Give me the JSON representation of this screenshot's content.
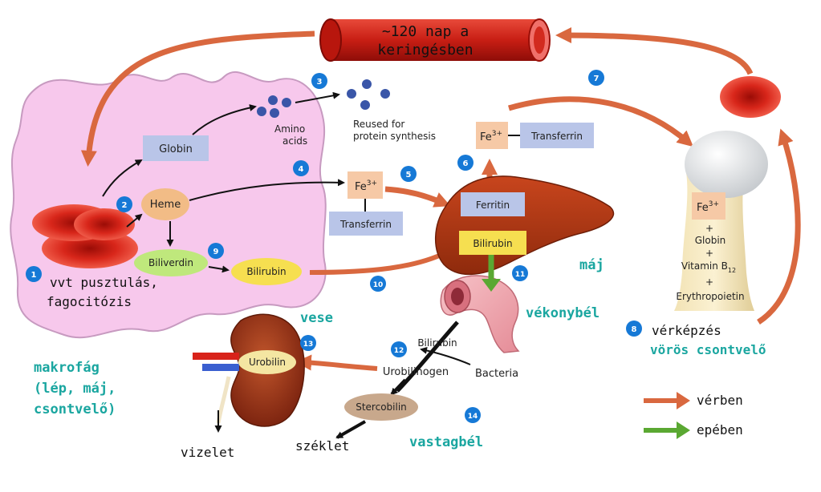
{
  "vessel": {
    "text_line1": "~120 nap a",
    "text_line2": "keringésben"
  },
  "macrophage": {
    "globin": "Globin",
    "amino_line1": "Amino",
    "amino_line2": "acids",
    "reused_line1": "Reused for",
    "reused_line2": "protein synthesis",
    "heme": "Heme",
    "biliverdin": "Biliverdin",
    "bilirubin": "Bilirubin",
    "rbc_text_line1": "vvt pusztulás,",
    "rbc_text_line2": "fagocitózis",
    "label_line1": "makrofág",
    "label_line2": "(lép, máj,",
    "label_line3": "csontvelő)"
  },
  "transport": {
    "fe_left": "Fe",
    "fe_left_sup": "3+",
    "transferrin_left": "Transferrin",
    "fe_right": "Fe",
    "fe_right_sup": "3+",
    "transferrin_right": "Transferrin"
  },
  "liver": {
    "ferritin": "Ferritin",
    "bilirubin": "Bilirubin",
    "label": "máj"
  },
  "intestine": {
    "small_label": "vékonybél",
    "bilirubin": "Bilirubin",
    "urobilinogen": "Urobilinogen",
    "bacteria": "Bacteria",
    "stercobilin": "Stercobilin",
    "feces": "széklet",
    "large_label": "vastagbél"
  },
  "kidney": {
    "urobilin": "Urobilin",
    "label": "vese",
    "urine": "vizelet"
  },
  "bone": {
    "fe": "Fe",
    "fe_sup": "3+",
    "plus1": "+",
    "globin": "Globin",
    "plus2": "+",
    "vitamin": "Vitamin B",
    "vitamin_sub": "12",
    "plus3": "+",
    "epo": "Erythropoietin",
    "label1": "vérképzés",
    "label2": "vörös csontvelő"
  },
  "steps": [
    "1",
    "2",
    "3",
    "4",
    "5",
    "6",
    "7",
    "8",
    "9",
    "10",
    "11",
    "12",
    "13",
    "14"
  ],
  "legend": {
    "blood": "vérben",
    "bile": "epében"
  },
  "colors": {
    "blood_arrow": "#d9683f",
    "bile_arrow": "#5aa832",
    "label_teal": "#1aa6a0",
    "step_blue": "#1679d6",
    "macrophage": "#f7c8ec",
    "box_blue": "#b9c5e8",
    "box_yellow": "#f6df50"
  }
}
